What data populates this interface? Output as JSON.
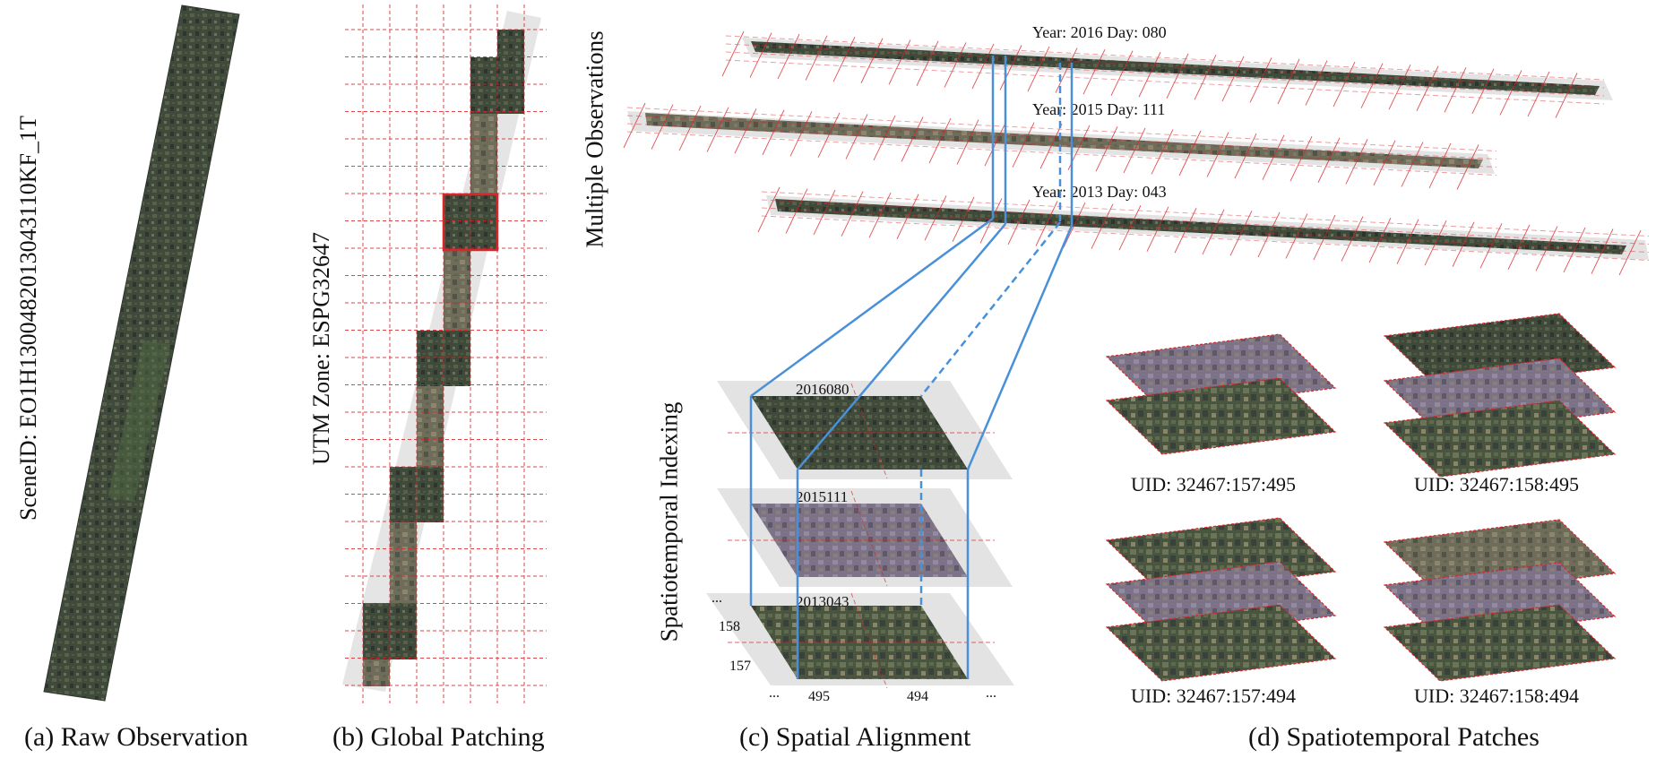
{
  "panel_a": {
    "scene_id": "SceneID: EO1H1300482013043110KF_1T",
    "caption": "(a) Raw Observation"
  },
  "panel_b": {
    "utm_zone": "UTM Zone: ESPG32647",
    "caption": "(b) Global Patching"
  },
  "panel_c": {
    "multiple_observations": "Multiple Observations",
    "spatiotemporal_indexing": "Spatiotemporal Indexing",
    "observations": [
      {
        "label": "Year: 2016 Day: 080"
      },
      {
        "label": "Year: 2015 Day: 111"
      },
      {
        "label": "Year: 2013 Day: 043"
      }
    ],
    "stack_layers": [
      "2016080",
      "2015111",
      "2013043"
    ],
    "row_indices": [
      "158",
      "157"
    ],
    "col_indices": [
      "495",
      "494"
    ],
    "ellipsis": "...",
    "caption": "(c) Spatial Alignment"
  },
  "panel_d": {
    "patches": [
      {
        "uid": "UID: 32467:157:495"
      },
      {
        "uid": "UID: 32467:158:495"
      },
      {
        "uid": "UID: 32467:157:494"
      },
      {
        "uid": "UID: 32467:158:494"
      }
    ],
    "caption": "(d) Spatiotemporal Patches"
  },
  "colors": {
    "grid_red": "#d9262b",
    "connector_blue": "#4a90d9",
    "imagery_dark": "#3b4437",
    "imagery_mid": "#6b6a56",
    "imagery_purple": "#7d7488",
    "footprint_gray": "#d9d9d9"
  }
}
